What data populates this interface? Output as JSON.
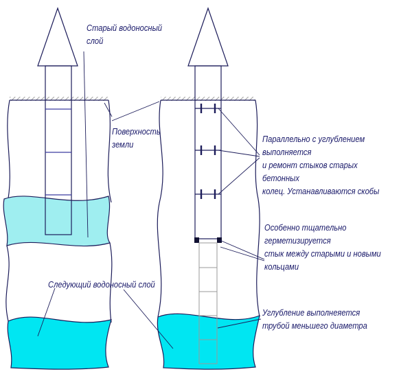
{
  "labels": {
    "old_aquifer": "Старый водоносный\nслой",
    "ground_surface": "Поверхность\nземли",
    "next_aquifer": "Следующий водоносный слой",
    "parallel_repair": "Параллельно с углублением выполняется\nи ремонт стыков старых бетонных\nколец. Устанавливаются скобы",
    "joint_sealing": "Особенно тщательно герметизируется\nстык между старыми и новыми\nкольцами",
    "deepening": "Углубление выполнеяется\nтрубой меньшего диаметра"
  },
  "colors": {
    "outline": "#1c1c5a",
    "aquifer_light": "#9feef0",
    "aquifer_bright": "#00e6f2",
    "hatch": "#8a8a8a",
    "label_text": "#1a1a6a"
  }
}
